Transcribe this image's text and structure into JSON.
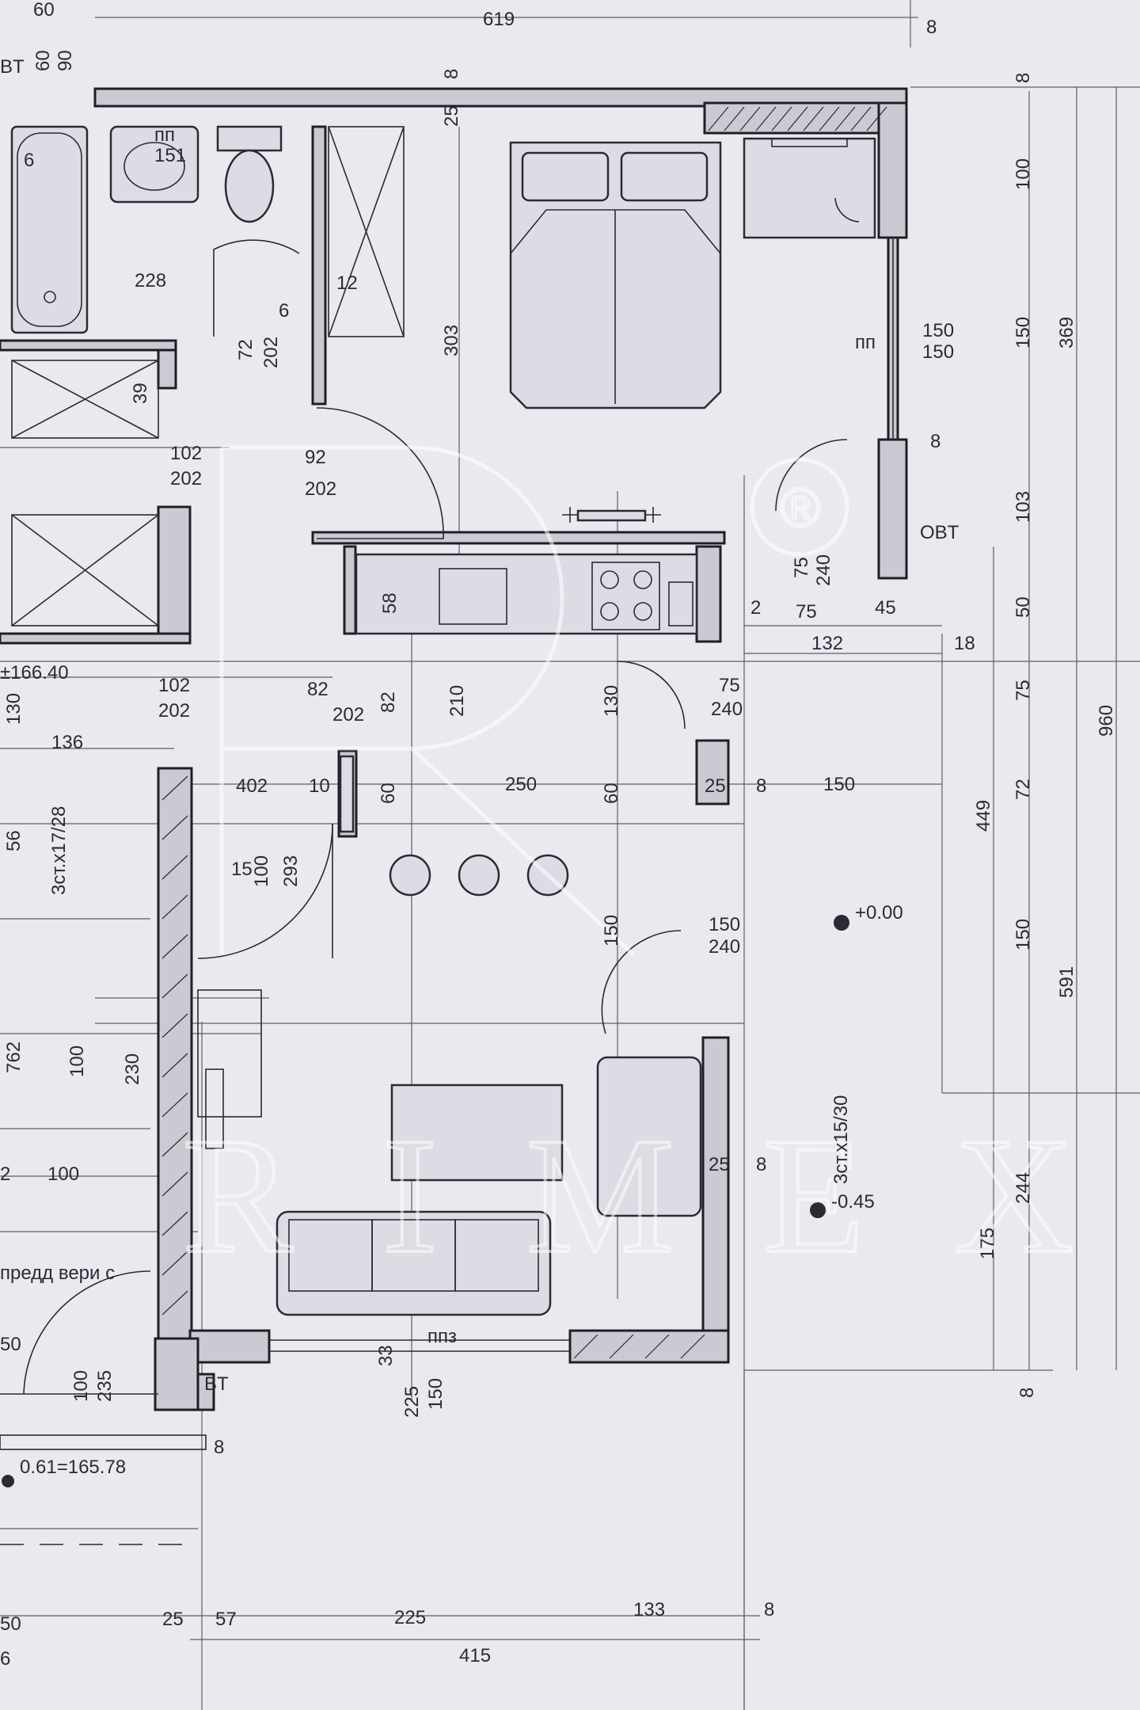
{
  "watermark": {
    "text": "R I M E X",
    "reg_mark": "®"
  },
  "labels": {
    "top_619": "619",
    "top_60": "60",
    "top_8": "8",
    "bt_left": "BT",
    "bt_60": "60",
    "bt_90": "90",
    "r_8_top": "8",
    "r_100": "100",
    "r_150": "150",
    "r_369": "369",
    "r_103": "103",
    "r_50": "50",
    "r_75": "75",
    "r_72": "72",
    "r_960": "960",
    "r_150b": "150",
    "r_591": "591",
    "r_449": "449",
    "r_244": "244",
    "r_175": "175",
    "r_8_bot": "8",
    "bath_6": "6",
    "bath_228": "228",
    "sink_151": "151",
    "door_72": "72",
    "door_202a": "202",
    "d_6": "6",
    "d_12": "12",
    "wardrobe_303": "303",
    "d_25": "25",
    "d_8a": "8",
    "win_150a": "150",
    "win_150b": "150",
    "d_8b": "8",
    "obt_top": "OBT",
    "door_75": "75",
    "door_240a": "240",
    "d_39": "39",
    "door_102a": "102",
    "door_202b": "202",
    "door_92": "92",
    "door_202c": "202",
    "k_58": "58",
    "k_75": "75",
    "k_45": "45",
    "k_132": "132",
    "k_18": "18",
    "d_2": "2",
    "left_elev": "±166.40",
    "l_130": "130",
    "door_102b": "102",
    "door_202d": "202",
    "door_82": "82",
    "door_202e": "202",
    "v_82": "82",
    "v_210": "210",
    "v_130": "130",
    "door_75b": "75",
    "door_240b": "240",
    "l_136": "136",
    "h_402": "402",
    "h_10": "10",
    "h_60": "60",
    "h_250": "250",
    "h_60b": "60",
    "h_25": "25",
    "h_8": "8",
    "h_150": "150",
    "l_56": "56",
    "stair_left": "3ст.x17/28",
    "door_100": "100",
    "door_293": "293",
    "v_15": "15",
    "v_150": "150",
    "door_150": "150",
    "door_240c": "240",
    "elev_0": "+0.00",
    "l_762": "762",
    "l_100": "100",
    "v_230": "230",
    "stair_right": "3ст.x15/30",
    "elev_045": "-0.45",
    "h_25b": "25",
    "h_8b": "8",
    "l_2": "2",
    "l_100b": "100",
    "predd": "предд вери с",
    "l_50": "50",
    "door_100b": "100",
    "door_235": "235",
    "bt_bottom": "BT",
    "win_225": "225",
    "win_150c": "150",
    "v_33": "33",
    "elev_bottom": "0.61=165.78",
    "b_8": "8",
    "b_50": "50",
    "b_25": "25",
    "b_57": "57",
    "b_225": "225",
    "b_133": "133",
    "b_8b": "8",
    "b_415": "415",
    "b_6": "6",
    "tag_sink": "пп",
    "tag_win": "пп",
    "tag_bot": "ппз"
  }
}
